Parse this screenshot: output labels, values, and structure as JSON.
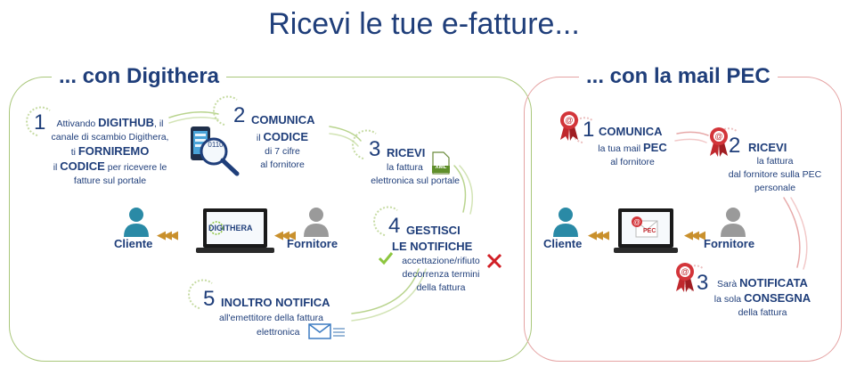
{
  "title": "Ricevi le tue e-fatture...",
  "colors": {
    "navy": "#1f3e7a",
    "green_border": "#a9c77a",
    "red_border": "#e5a3a3",
    "teal_person": "#2a8aa6",
    "grey_person": "#9a9a9a",
    "arrow_gold": "#c9902c",
    "ribbon_red": "#c0282d",
    "check_green": "#8dc63f"
  },
  "digithera": {
    "heading": "... con Digithera",
    "step1": {
      "num": "1",
      "t1": "Attivando ",
      "t2": "DIGITHUB",
      "t3": ", il",
      "t4": "canale di scambio Digithera,",
      "t5": "ti ",
      "t6": "FORNIREMO",
      "t7": "il ",
      "t8": "CODICE",
      "t9": " per ricevere le",
      "t10": "fatture sul portale"
    },
    "step2": {
      "num": "2",
      "head": "COMUNICA",
      "t1": "il ",
      "t2": "CODICE",
      "t3": "di 7 cifre",
      "t4": "al fornitore"
    },
    "step3": {
      "num": "3",
      "head": "RICEVI",
      "t1": "la fattura",
      "t2": "elettronica sul portale"
    },
    "step4": {
      "num": "4",
      "head1": "GESTISCI",
      "head2": "LE NOTIFICHE",
      "t1": "accettazione/rifiuto",
      "t2": "decorrenza termini",
      "t3": "della fattura"
    },
    "step5": {
      "num": "5",
      "head": "INOLTRO NOTIFICA",
      "t1": "all'emettitore della fattura",
      "t2": "elettronica"
    },
    "cliente": "Cliente",
    "fornitore": "Fornitore",
    "screen_logo": "DIGITHERA",
    "code_bits": "0110",
    "xml_label": "XML",
    "arrows": "◀◀◀",
    "icons": [
      "phone-icon",
      "magnifier-icon",
      "xml-file-icon",
      "check-icon",
      "cross-icon",
      "envelope-icon",
      "laptop-icon",
      "person-icon"
    ]
  },
  "pec": {
    "heading": "... con la mail PEC",
    "step1": {
      "num": "1",
      "head": "COMUNICA",
      "t1": "la tua mail ",
      "t2": "PEC",
      "t3": "al fornitore"
    },
    "step2": {
      "num": "2",
      "head": "RICEVI",
      "t1": "la fattura",
      "t2": "dal fornitore sulla PEC",
      "t3": "personale"
    },
    "step3": {
      "num": "3",
      "t1": "Sarà ",
      "t2": "NOTIFICATA",
      "t3": "la sola ",
      "t4": "CONSEGNA",
      "t5": "della fattura"
    },
    "cliente": "Cliente",
    "fornitore": "Fornitore",
    "pec_label": "PEC",
    "arrows": "◀◀◀",
    "icons": [
      "pec-ribbon-icon",
      "laptop-icon",
      "person-icon"
    ]
  }
}
